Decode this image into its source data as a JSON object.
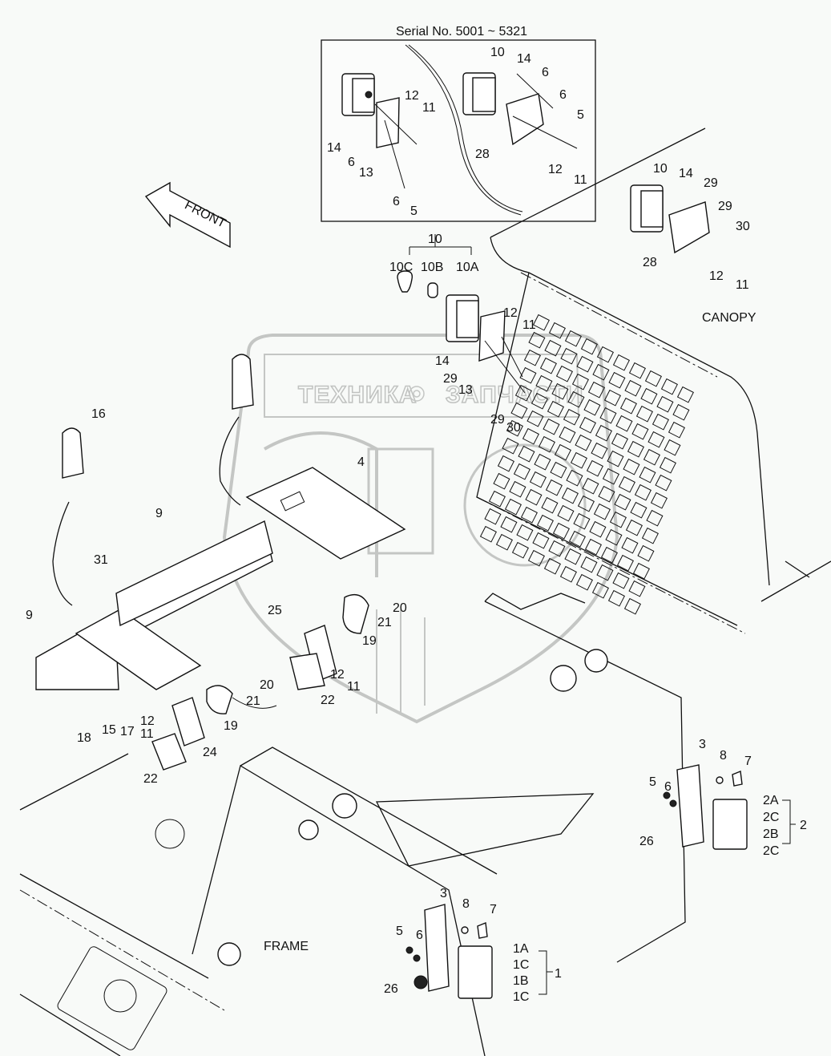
{
  "title": "Serial No. 5001 ~ 5321",
  "direction_arrow": {
    "label": "FRONT",
    "icon": "front-arrow-icon"
  },
  "assemblies": {
    "canopy": "CANOPY",
    "frame": "FRAME"
  },
  "watermark": {
    "text_left": "ТЕХНИКА",
    "text_right": "ЗАПЧАСТИ",
    "logo": "ЭПФ",
    "icon": "gear-icon"
  },
  "inset": {
    "left_callouts": [
      "12",
      "11",
      "14",
      "6",
      "13",
      "6",
      "5"
    ],
    "right_callouts": [
      "10",
      "14",
      "6",
      "6",
      "5",
      "28",
      "12",
      "11"
    ]
  },
  "upper_right_callouts": [
    "10",
    "14",
    "29",
    "29",
    "30",
    "28",
    "12",
    "11"
  ],
  "center_lamp": {
    "group": "10",
    "sub": [
      "10C",
      "10B",
      "10A"
    ],
    "callouts": [
      "12",
      "11",
      "14",
      "29",
      "13",
      "29",
      "30"
    ]
  },
  "controls_callouts": [
    "16",
    "4",
    "9",
    "31",
    "9"
  ],
  "switch_right_callouts": [
    "20",
    "21",
    "25",
    "19",
    "12",
    "11",
    "22"
  ],
  "switch_left_callouts": [
    "20",
    "21",
    "19",
    "12",
    "11",
    "24",
    "22",
    "18",
    "15",
    "17"
  ],
  "lamp_2": {
    "bracket": "3",
    "washer": "8",
    "bolt": "7",
    "nut": "5",
    "lockwasher": "6",
    "connector": "26",
    "group": "2",
    "sub": [
      "2A",
      "2C",
      "2B",
      "2C"
    ]
  },
  "lamp_1": {
    "bracket": "3",
    "washer": "8",
    "bolt": "7",
    "nut": "5",
    "lockwasher": "6",
    "connector": "26",
    "group": "1",
    "sub": [
      "1A",
      "1C",
      "1B",
      "1C"
    ]
  }
}
